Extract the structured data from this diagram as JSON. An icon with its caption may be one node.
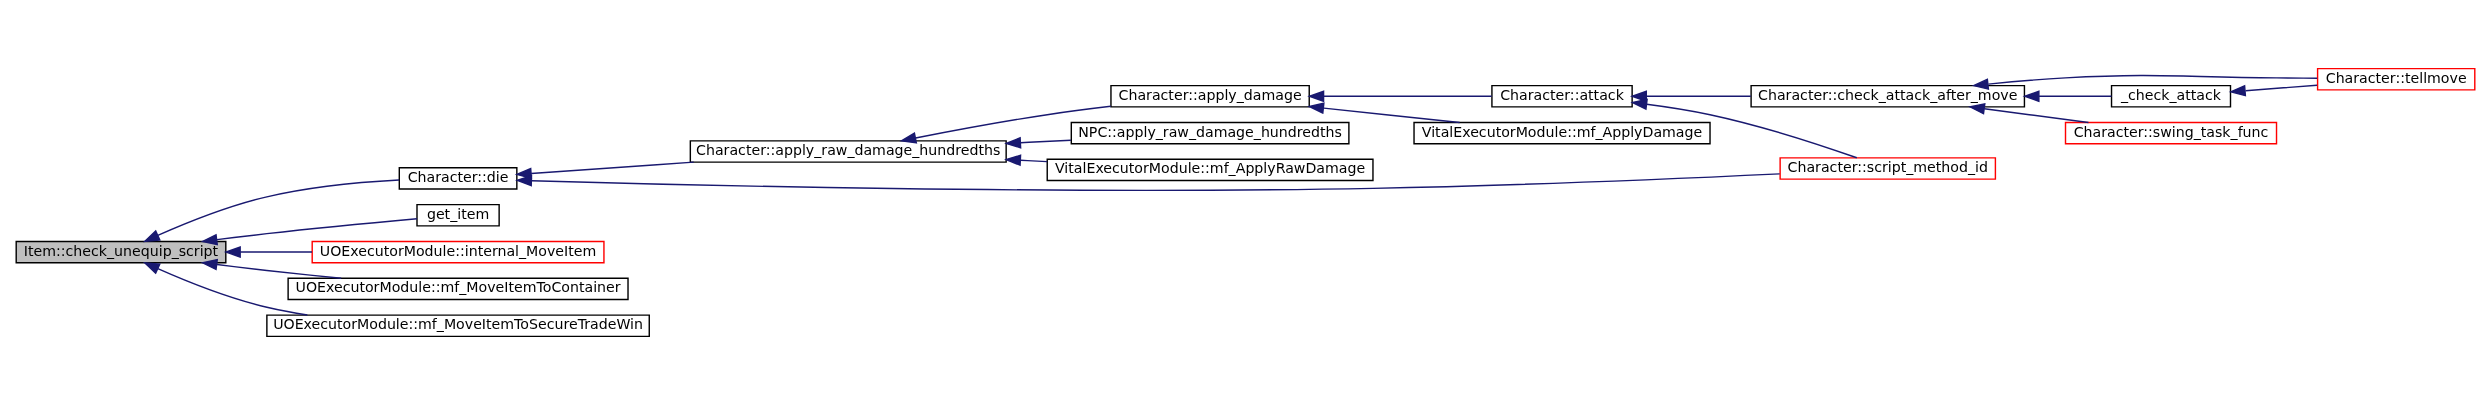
{
  "diagram": {
    "nodes": [
      {
        "text": [
          "Item::check_unequip_script"
        ]
      },
      {
        "text": [
          "Character::die"
        ]
      },
      {
        "text": [
          "get_item"
        ]
      },
      {
        "text": [
          "UOExecutorModule::internal_MoveItem"
        ]
      },
      {
        "text": [
          "UOExecutorModule::mf_MoveItemToContainer"
        ]
      },
      {
        "text": [
          "UOExecutorModule::mf_MoveItemToSecureTradeWin"
        ]
      },
      {
        "text": [
          "Character::apply_raw_damage_hundredths"
        ]
      },
      {
        "text": [
          "Character::apply_damage"
        ]
      },
      {
        "text": [
          "NPC::apply_raw_damage_hundredths"
        ]
      },
      {
        "text": [
          "VitalExecutorModule::mf_ApplyRawDamage"
        ]
      },
      {
        "text": [
          "Character::attack"
        ]
      },
      {
        "text": [
          "VitalExecutorModule::mf_ApplyDamage"
        ]
      },
      {
        "text": [
          "Character::check_attack_after_move"
        ]
      },
      {
        "text": [
          "Character::script_method_id"
        ]
      },
      {
        "text": [
          "_check_attack"
        ]
      },
      {
        "text": [
          "Character::swing_task_func"
        ]
      },
      {
        "text": [
          "Character::tellmove"
        ]
      }
    ],
    "edges": [
      {
        "from": 1,
        "to": 0,
        "arrow": "to"
      },
      {
        "from": 2,
        "to": 0,
        "arrow": "to"
      },
      {
        "from": 3,
        "to": 0,
        "arrow": "to"
      },
      {
        "from": 4,
        "to": 0,
        "arrow": "to"
      },
      {
        "from": 5,
        "to": 0,
        "arrow": "to"
      },
      {
        "from": 6,
        "to": 1,
        "arrow": "to"
      },
      {
        "from": 13,
        "to": 1,
        "arrow": "to"
      },
      {
        "from": 7,
        "to": 6,
        "arrow": "to"
      },
      {
        "from": 8,
        "to": 6,
        "arrow": "to"
      },
      {
        "from": 9,
        "to": 6,
        "arrow": "to"
      },
      {
        "from": 10,
        "to": 7,
        "arrow": "to"
      },
      {
        "from": 11,
        "to": 7,
        "arrow": "to"
      },
      {
        "from": 12,
        "to": 10,
        "arrow": "to"
      },
      {
        "from": 13,
        "to": 10,
        "arrow": "to"
      },
      {
        "from": 14,
        "to": 12,
        "arrow": "to"
      },
      {
        "from": 16,
        "to": 12,
        "arrow": "to"
      },
      {
        "from": 15,
        "to": 12,
        "arrow": "to"
      },
      {
        "from": 16,
        "to": 14,
        "arrow": "to"
      }
    ]
  }
}
